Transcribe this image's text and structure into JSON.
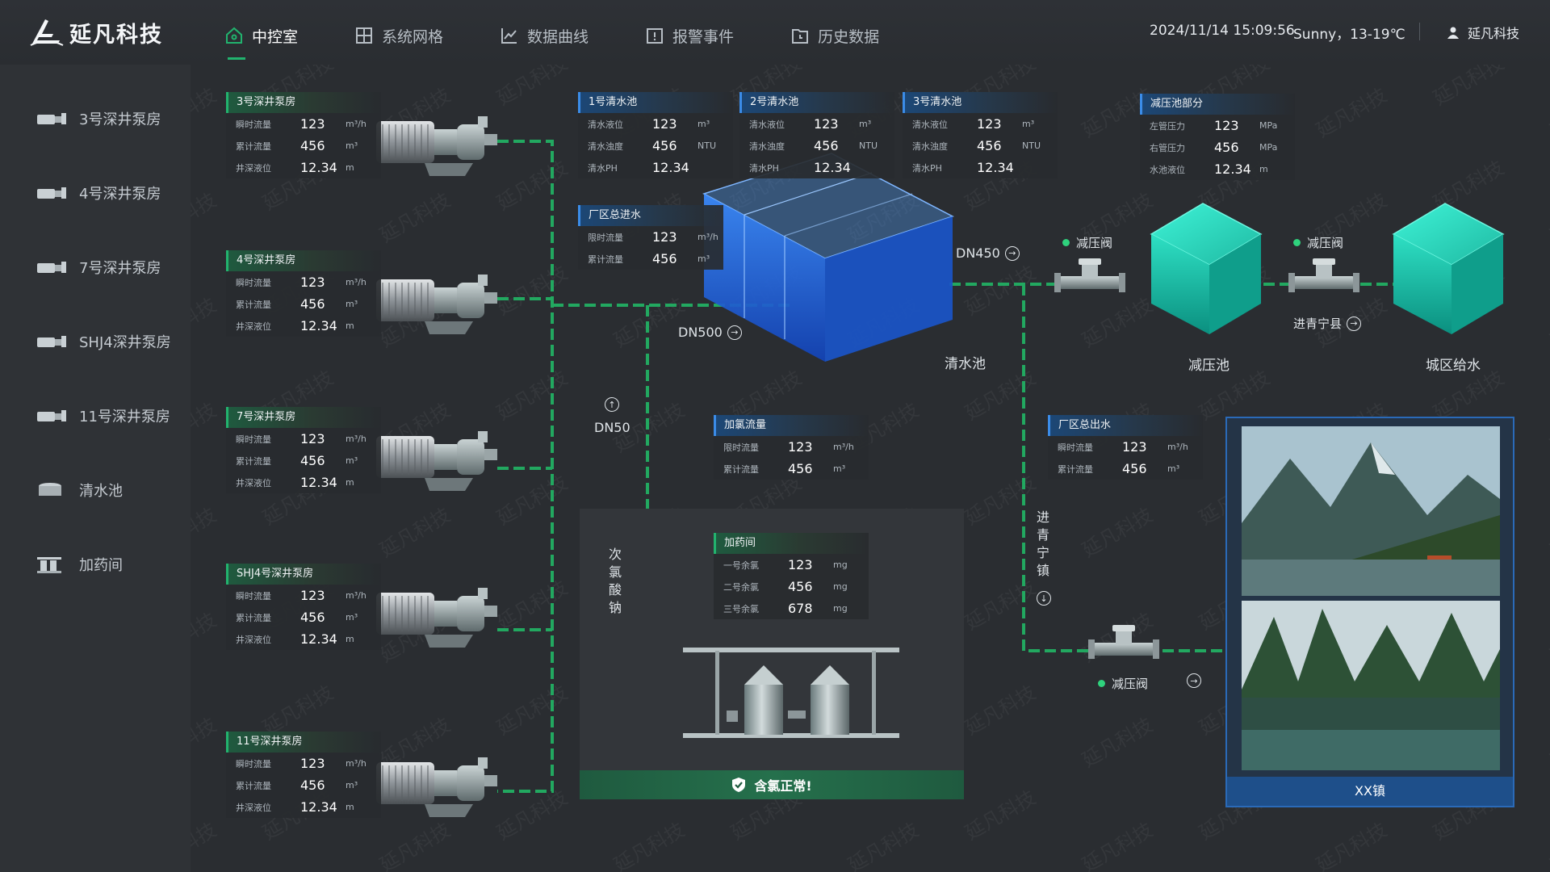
{
  "header": {
    "brand": "延凡科技",
    "nav": [
      {
        "label": "中控室",
        "icon": "home-icon"
      },
      {
        "label": "系统网格",
        "icon": "grid-icon"
      },
      {
        "label": "数据曲线",
        "icon": "line-chart-icon"
      },
      {
        "label": "报警事件",
        "icon": "alarm-icon"
      },
      {
        "label": "历史数据",
        "icon": "history-icon"
      }
    ],
    "datetime": "2024/11/14  15:09:56",
    "weather": "Sunny，13-19℃",
    "user": "延凡科技"
  },
  "sidebar": [
    {
      "label": "3号深井泵房",
      "icon": "pump-icon"
    },
    {
      "label": "4号深井泵房",
      "icon": "pump-icon"
    },
    {
      "label": "7号深井泵房",
      "icon": "pump-icon"
    },
    {
      "label": "SHJ4深井泵房",
      "icon": "pump-icon"
    },
    {
      "label": "11号深井泵房",
      "icon": "pump-icon"
    },
    {
      "label": "清水池",
      "icon": "tank-icon"
    },
    {
      "label": "加药间",
      "icon": "dosing-icon"
    }
  ],
  "wells": [
    {
      "title": "3号深井泵房",
      "rows": [
        {
          "label": "瞬时流量",
          "value": "123",
          "unit": "m³/h"
        },
        {
          "label": "累计流量",
          "value": "456",
          "unit": "m³"
        },
        {
          "label": "井深液位",
          "value": "12.34",
          "unit": "m"
        }
      ]
    },
    {
      "title": "4号深井泵房",
      "rows": [
        {
          "label": "瞬时流量",
          "value": "123",
          "unit": "m³/h"
        },
        {
          "label": "累计流量",
          "value": "456",
          "unit": "m³"
        },
        {
          "label": "井深液位",
          "value": "12.34",
          "unit": "m"
        }
      ]
    },
    {
      "title": "7号深井泵房",
      "rows": [
        {
          "label": "瞬时流量",
          "value": "123",
          "unit": "m³/h"
        },
        {
          "label": "累计流量",
          "value": "456",
          "unit": "m³"
        },
        {
          "label": "井深液位",
          "value": "12.34",
          "unit": "m"
        }
      ]
    },
    {
      "title": "SHJ4号深井泵房",
      "rows": [
        {
          "label": "瞬时流量",
          "value": "123",
          "unit": "m³/h"
        },
        {
          "label": "累计流量",
          "value": "456",
          "unit": "m³"
        },
        {
          "label": "井深液位",
          "value": "12.34",
          "unit": "m"
        }
      ]
    },
    {
      "title": "11号深井泵房",
      "rows": [
        {
          "label": "瞬时流量",
          "value": "123",
          "unit": "m³/h"
        },
        {
          "label": "累计流量",
          "value": "456",
          "unit": "m³"
        },
        {
          "label": "井深液位",
          "value": "12.34",
          "unit": "m"
        }
      ]
    }
  ],
  "pools": [
    {
      "title": "1号清水池",
      "rows": [
        {
          "label": "清水液位",
          "value": "123",
          "unit": "m³"
        },
        {
          "label": "清水浊度",
          "value": "456",
          "unit": "NTU"
        },
        {
          "label": "清水PH",
          "value": "12.34",
          "unit": ""
        }
      ]
    },
    {
      "title": "2号清水池",
      "rows": [
        {
          "label": "清水液位",
          "value": "123",
          "unit": "m³"
        },
        {
          "label": "清水浊度",
          "value": "456",
          "unit": "NTU"
        },
        {
          "label": "清水PH",
          "value": "12.34",
          "unit": ""
        }
      ]
    },
    {
      "title": "3号清水池",
      "rows": [
        {
          "label": "清水液位",
          "value": "123",
          "unit": "m³"
        },
        {
          "label": "清水浊度",
          "value": "456",
          "unit": "NTU"
        },
        {
          "label": "清水PH",
          "value": "12.34",
          "unit": ""
        }
      ]
    }
  ],
  "pressure_part": {
    "title": "减压池部分",
    "rows": [
      {
        "label": "左管压力",
        "value": "123",
        "unit": "MPa"
      },
      {
        "label": "右管压力",
        "value": "456",
        "unit": "MPa"
      },
      {
        "label": "水池液位",
        "value": "12.34",
        "unit": "m"
      }
    ]
  },
  "inflow": {
    "title": "厂区总进水",
    "rows": [
      {
        "label": "限时流量",
        "value": "123",
        "unit": "m³/h"
      },
      {
        "label": "累计流量",
        "value": "456",
        "unit": "m³"
      }
    ]
  },
  "chlorine_flow": {
    "title": "加氯流量",
    "rows": [
      {
        "label": "限时流量",
        "value": "123",
        "unit": "m³/h"
      },
      {
        "label": "累计流量",
        "value": "456",
        "unit": "m³"
      }
    ]
  },
  "outflow": {
    "title": "厂区总出水",
    "rows": [
      {
        "label": "瞬时流量",
        "value": "123",
        "unit": "m³/h"
      },
      {
        "label": "累计流量",
        "value": "456",
        "unit": "m³"
      }
    ]
  },
  "dosing": {
    "title": "加药间",
    "rows": [
      {
        "label": "一号余氯",
        "value": "123",
        "unit": "mg"
      },
      {
        "label": "二号余氯",
        "value": "456",
        "unit": "mg"
      },
      {
        "label": "三号余氯",
        "value": "678",
        "unit": "mg"
      }
    ]
  },
  "labels": {
    "dn450": "DN450",
    "dn500": "DN500",
    "dn50": "DN50",
    "clear_pool": "清水池",
    "pressure_pool": "减压池",
    "city_supply": "城区给水",
    "valve": "减压阀",
    "to_qingning_county": "进青宁县",
    "to_qingning_town": "进青宁镇",
    "hypochlorite": "次氯酸钠",
    "chlorine_ok": "含氯正常!",
    "town": "XX镇"
  },
  "colors": {
    "accent": "#21b36e",
    "pipe": "#22a860",
    "blue": "#2a6ab8"
  }
}
